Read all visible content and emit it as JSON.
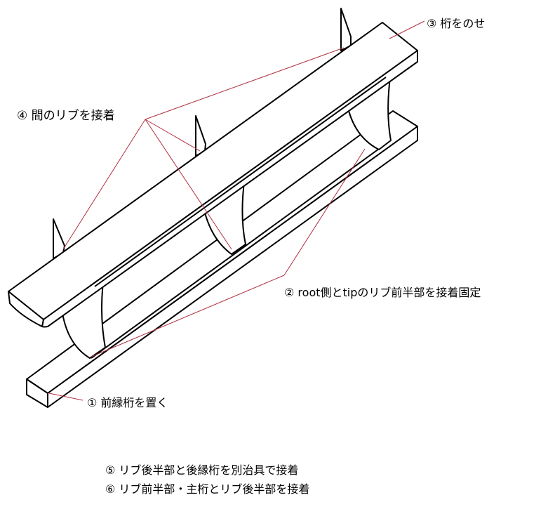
{
  "labels": {
    "step1": "① 前縁桁を置く",
    "step2": "② root側とtipのリブ前半部を接着固定",
    "step3": "③ 桁をのせ",
    "step4": "④ 間のリブを接着",
    "step5": "⑤ リブ後半部と後縁桁を別治具で接着",
    "step6": "⑥ リブ前半部・主桁とリブ後半部を接着"
  },
  "colors": {
    "line": "#000000",
    "leader": "#b03040"
  }
}
